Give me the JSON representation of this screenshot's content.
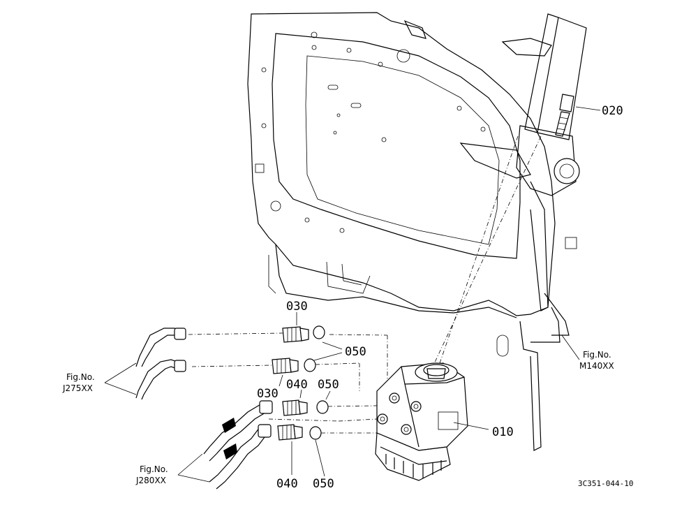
{
  "parts": {
    "p010": "010",
    "p020": "020",
    "p030a": "030",
    "p030b": "030",
    "p040a": "040",
    "p040b": "040",
    "p050a": "050",
    "p050b": "050",
    "p050c": "050"
  },
  "refs": {
    "j275_line1": "Fig.No.",
    "j275_line2": "J275XX",
    "j280_line1": "Fig.No.",
    "j280_line2": "J280XX",
    "m140_line1": "Fig.No.",
    "m140_line2": "M140XX"
  },
  "drawing_code": "3C351-044-10"
}
